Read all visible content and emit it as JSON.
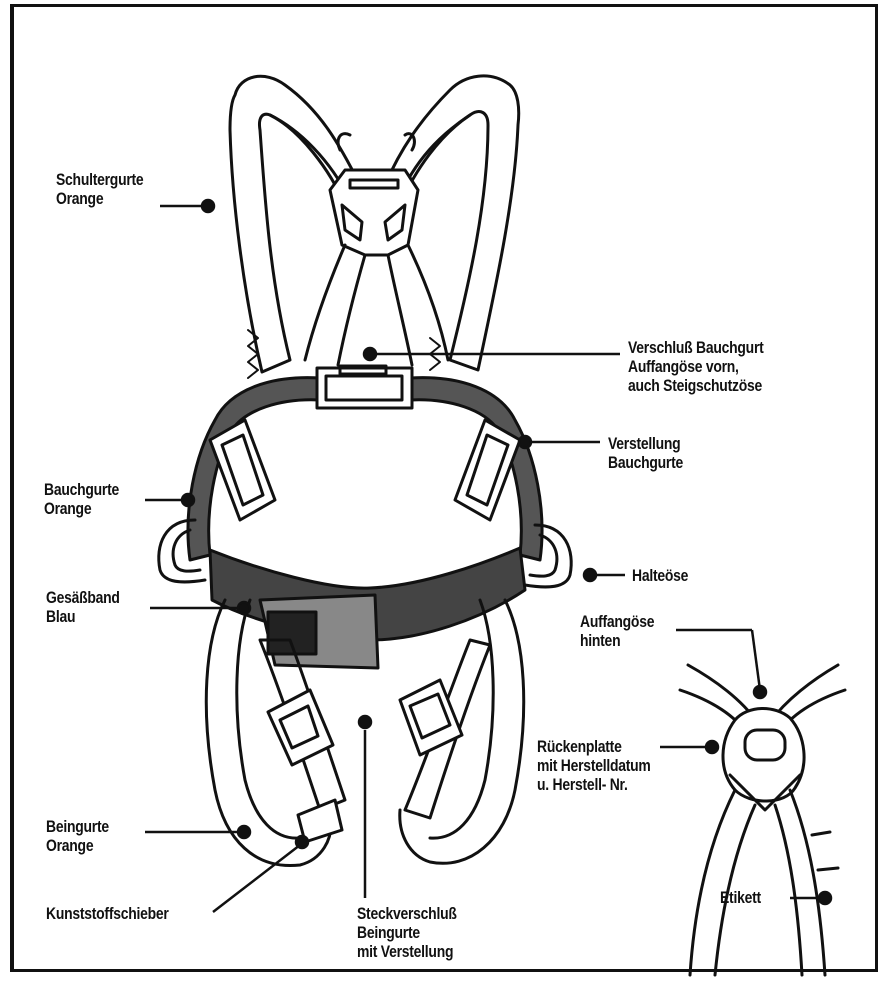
{
  "labels": {
    "schultergurte": {
      "line1": "Schultergurte",
      "line2": "Orange"
    },
    "verschluss": {
      "line1": "Verschluß Bauchgurt",
      "line2": "Auffangöse vorn,",
      "line3": "auch Steigschutzöse"
    },
    "verstellung": {
      "line1": "Verstellung",
      "line2": "Bauchgurte"
    },
    "bauchgurte": {
      "line1": "Bauchgurte",
      "line2": "Orange"
    },
    "halteoese": {
      "line1": "Halteöse"
    },
    "gesaessband": {
      "line1": "Gesäßband",
      "line2": "Blau"
    },
    "auffangoese_hinten": {
      "line1": "Auffangöse",
      "line2": "hinten"
    },
    "rueckenplatte": {
      "line1": "Rückenplatte",
      "line2": "mit Herstelldatum",
      "line3": "u. Herstell- Nr."
    },
    "beingurte": {
      "line1": "Beingurte",
      "line2": "Orange"
    },
    "kunststoffschieber": {
      "line1": "Kunststoffschieber"
    },
    "steckverschluss": {
      "line1": "Steckverschluß",
      "line2": "Beingurte",
      "line3": "mit Verstellung"
    },
    "etikett": {
      "line1": "Etikett"
    }
  }
}
